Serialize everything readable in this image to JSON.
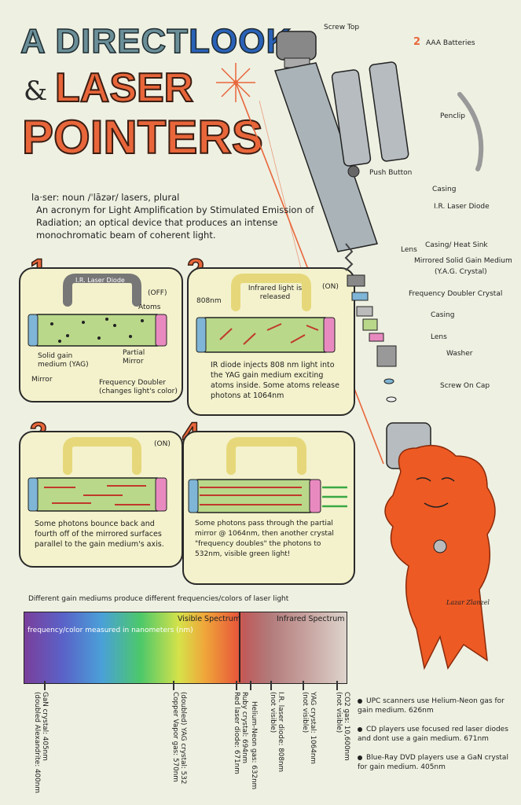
{
  "title": {
    "line1_a": "A DIRECT",
    "line1_b": "LOOK",
    "line2_amp": "&",
    "line2": "LASER",
    "line3": "POINTERS"
  },
  "definition": {
    "headword": "la·ser:  noun  /ˈlāzər/  lasers, plural",
    "text": "An acronym for Light Amplification by Stimulated Emission of Radiation; an optical device that produces an intense monochromatic beam of coherent light."
  },
  "panels": [
    {
      "number": "1",
      "state": "(OFF)",
      "labels": {
        "diode": "I.R. Laser Diode",
        "atoms": "Atoms",
        "gain": "Solid gain medium (YAG)",
        "partial": "Partial Mirror",
        "mirror": "Mirror",
        "doubler": "Frequency Doubler (changes light's color)"
      }
    },
    {
      "number": "2",
      "state": "(ON)",
      "labels": {
        "infrared": "Infrared light is released",
        "nm": "808nm"
      },
      "caption": "IR diode injects 808 nm light into the YAG gain medium exciting atoms inside. Some atoms release photons at 1064nm"
    },
    {
      "number": "3",
      "state": "(ON)",
      "caption": "Some photons bounce back and fourth off of the mirrored surfaces parallel to the gain medium's axis."
    },
    {
      "number": "4",
      "state": "",
      "caption": "Some photons pass through the partial mirror @ 1064nm, then another crystal \"frequency doubles\" the photons to 532nm, visible green light!"
    }
  ],
  "parts": {
    "screw_top": "Screw Top",
    "batteries_count": "2",
    "batteries": "AAA Batteries",
    "penclip": "Penclip",
    "push_button": "Push Button",
    "casing": "Casing",
    "ir_diode": "I.R. Laser Diode",
    "lens": "Lens",
    "casing_heat_sink": "Casing/ Heat Sink",
    "gain_medium": "Mirrored Solid Gain Medium",
    "yag": "(Y.A.G. Crystal)",
    "doubler": "Frequency Doubler Crystal",
    "casing2": "Casing",
    "lens2": "Lens",
    "washer": "Washer",
    "cap": "Screw On Cap"
  },
  "signature": "Lazar Zlanzel",
  "spectrum": {
    "intro": "Different gain mediums produce different frequencies/colors of laser light",
    "visible": "Visible Spectrum",
    "infrared": "Infrared Spectrum",
    "axis_label": "frequency/color measured in nanometers (nm)",
    "markers": [
      {
        "label": "GaN crystal: 405nm",
        "sub": "(doubled Alexandrite: 400nm"
      },
      {
        "label": "Copper Vapor gas: 570nm",
        "sub": "(doubled) YAG crystal: 532"
      },
      {
        "label": "Ruby crystal: 694nm",
        "sub": "Red laser diode: 671nm"
      },
      {
        "label": "Helium-Neon gas: 632nm",
        "sub": ""
      },
      {
        "label": "I.R. laser diode: 808nm",
        "sub": "(not visible)"
      },
      {
        "label": "YAG crystal: 1064nm",
        "sub": "(not visible)"
      },
      {
        "label": "CO2 gas: 10,600nm",
        "sub": "(not visible)"
      }
    ]
  },
  "bullets": [
    "UPC scanners use Helium-Neon gas for gain medium. 626nm",
    "CD players use focused red laser diodes and dont use a gain medium. 671nm",
    "Blue-Ray DVD players use a GaN crystal for gain medium. 405nm"
  ]
}
